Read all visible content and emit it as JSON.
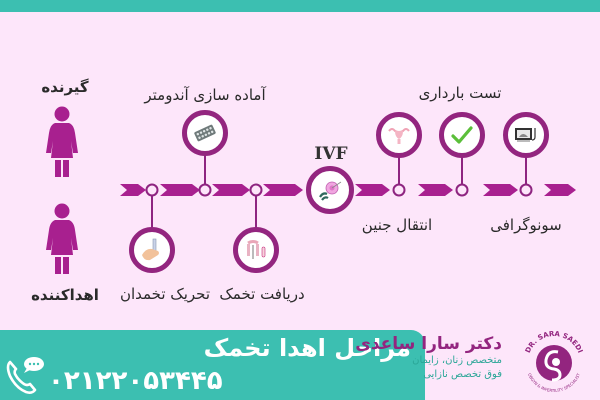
{
  "colors": {
    "background": "#fde6fa",
    "teal": "#3cbfb1",
    "purple": "#93257f",
    "arrow": "#a8208f"
  },
  "roles": {
    "recipient": "گیرنده",
    "donor": "اهداکننده"
  },
  "steps": [
    {
      "label": "تحریک تخمدان",
      "icon": "syringe-hand-icon",
      "position": "below"
    },
    {
      "label": "آماده سازی آندومتر",
      "icon": "pill-pack-icon",
      "position": "above"
    },
    {
      "label": "دریافت تخمک",
      "icon": "lab-tubes-icon",
      "position": "below"
    },
    {
      "label": "IVF",
      "icon": "ivf-injection-icon",
      "position": "center"
    },
    {
      "label": "انتقال جنین",
      "icon": "uterus-icon",
      "position": "above"
    },
    {
      "label": "تست بارداری",
      "icon": "checkmark-icon",
      "position": "above"
    },
    {
      "label": "سونوگرافی",
      "icon": "ultrasound-icon",
      "position": "above"
    }
  ],
  "banner": {
    "title": "مراحل اهدا تخمک",
    "phone": "۰۲۱۲۲۰۵۳۴۴۵"
  },
  "brand": {
    "name": "دکتر سارا ساعدی",
    "subtitle_1": "متخصص زنان، زایمان",
    "subtitle_2": "فوق تخصص نازایی",
    "logo_text_top": "DR. SARA SAEDI",
    "logo_text_bottom": "OBGYN & INFERTILITY SPECIALIST"
  }
}
